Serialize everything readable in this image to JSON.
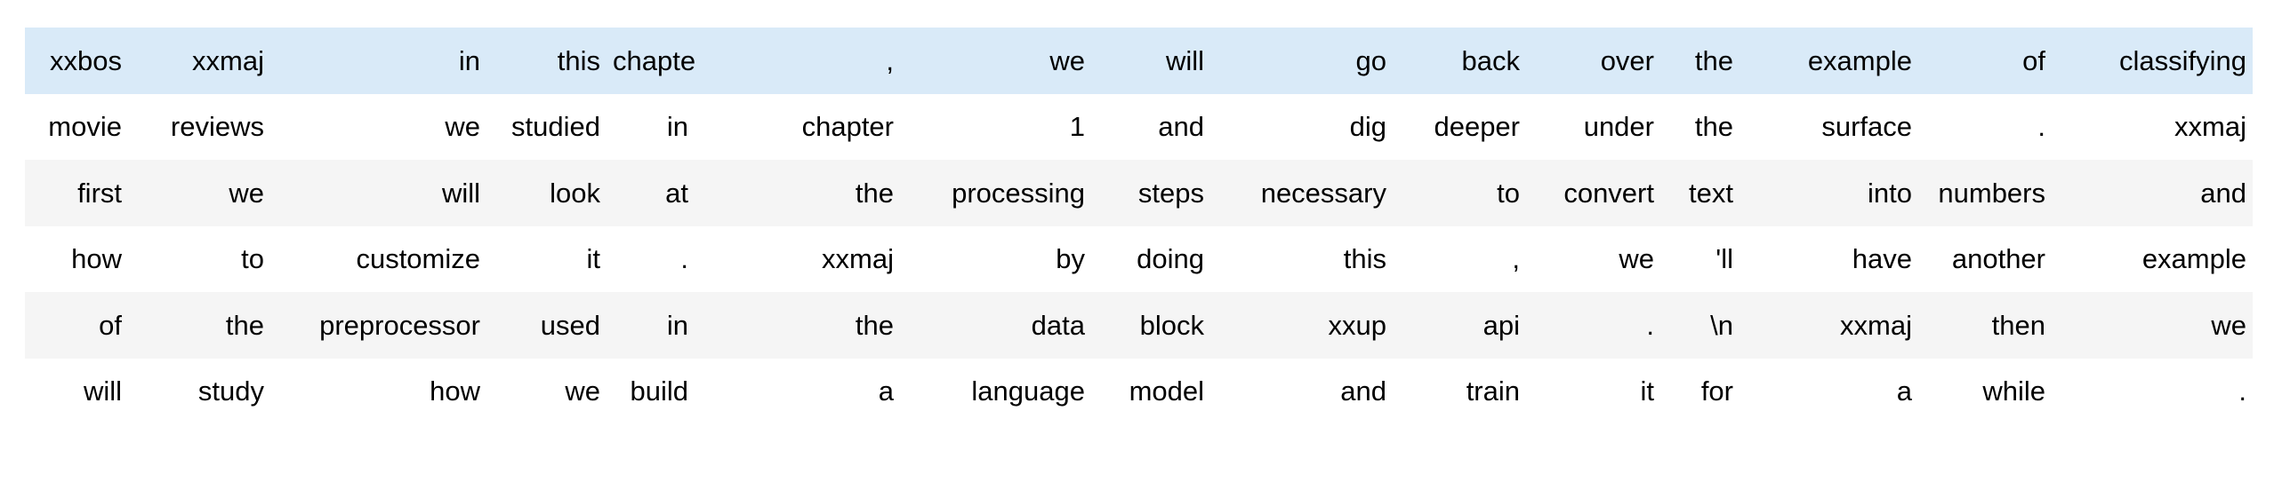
{
  "colors": {
    "row_highlight": "#d9eaf8",
    "row_stripe": "#f5f5f5",
    "row_plain": "#ffffff",
    "text": "#000000"
  },
  "chart_data": {
    "type": "table",
    "title": "",
    "columns_visible": false,
    "rows": 6,
    "cols": 15
  },
  "table": {
    "rows": [
      {
        "style": "highlight",
        "cells": [
          "xxbos",
          "xxmaj",
          "in",
          "this",
          "chapter",
          ",",
          "we",
          "will",
          "go",
          "back",
          "over",
          "the",
          "example",
          "of",
          "classifying"
        ]
      },
      {
        "style": "plain",
        "cells": [
          "movie",
          "reviews",
          "we",
          "studied",
          "in",
          "chapter",
          "1",
          "and",
          "dig",
          "deeper",
          "under",
          "the",
          "surface",
          ".",
          "xxmaj"
        ]
      },
      {
        "style": "stripe",
        "cells": [
          "first",
          "we",
          "will",
          "look",
          "at",
          "the",
          "processing",
          "steps",
          "necessary",
          "to",
          "convert",
          "text",
          "into",
          "numbers",
          "and"
        ]
      },
      {
        "style": "plain",
        "cells": [
          "how",
          "to",
          "customize",
          "it",
          ".",
          "xxmaj",
          "by",
          "doing",
          "this",
          ",",
          "we",
          "'ll",
          "have",
          "another",
          "example"
        ]
      },
      {
        "style": "stripe",
        "cells": [
          "of",
          "the",
          "preprocessor",
          "used",
          "in",
          "the",
          "data",
          "block",
          "xxup",
          "api",
          ".",
          "\\n",
          "xxmaj",
          "then",
          "we"
        ]
      },
      {
        "style": "plain",
        "cells": [
          "will",
          "study",
          "how",
          "we",
          "build",
          "a",
          "language",
          "model",
          "and",
          "train",
          "it",
          "for",
          "a",
          "while",
          "."
        ]
      }
    ]
  }
}
